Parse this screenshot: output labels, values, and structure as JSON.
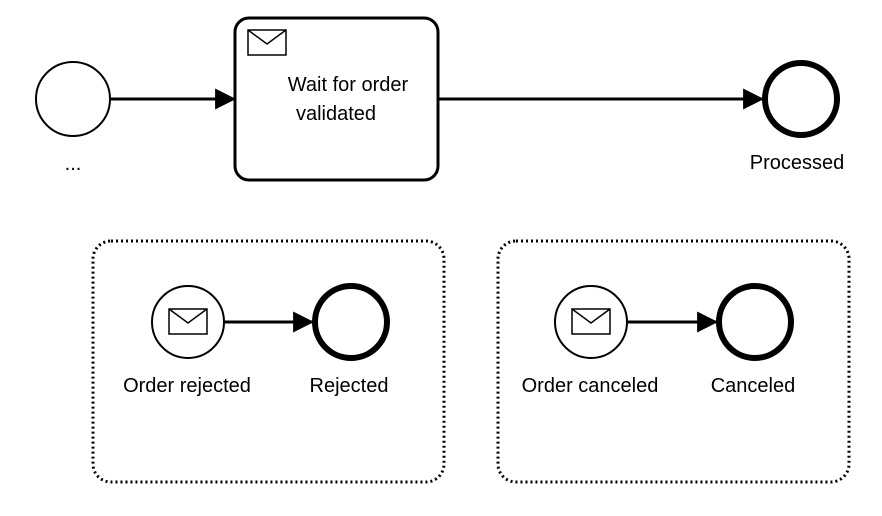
{
  "start_event": {
    "label": "..."
  },
  "receive_task": {
    "label_line1": "Wait for order",
    "label_line2": "validated",
    "icon": "envelope-icon"
  },
  "end_event_processed": {
    "label": "Processed"
  },
  "subprocess_rejected": {
    "start_label": "Order rejected",
    "end_label": "Rejected",
    "start_icon": "envelope-icon"
  },
  "subprocess_canceled": {
    "start_label": "Order canceled",
    "end_label": "Canceled",
    "start_icon": "envelope-icon"
  },
  "colors": {
    "stroke": "#000000",
    "fill": "#ffffff"
  }
}
